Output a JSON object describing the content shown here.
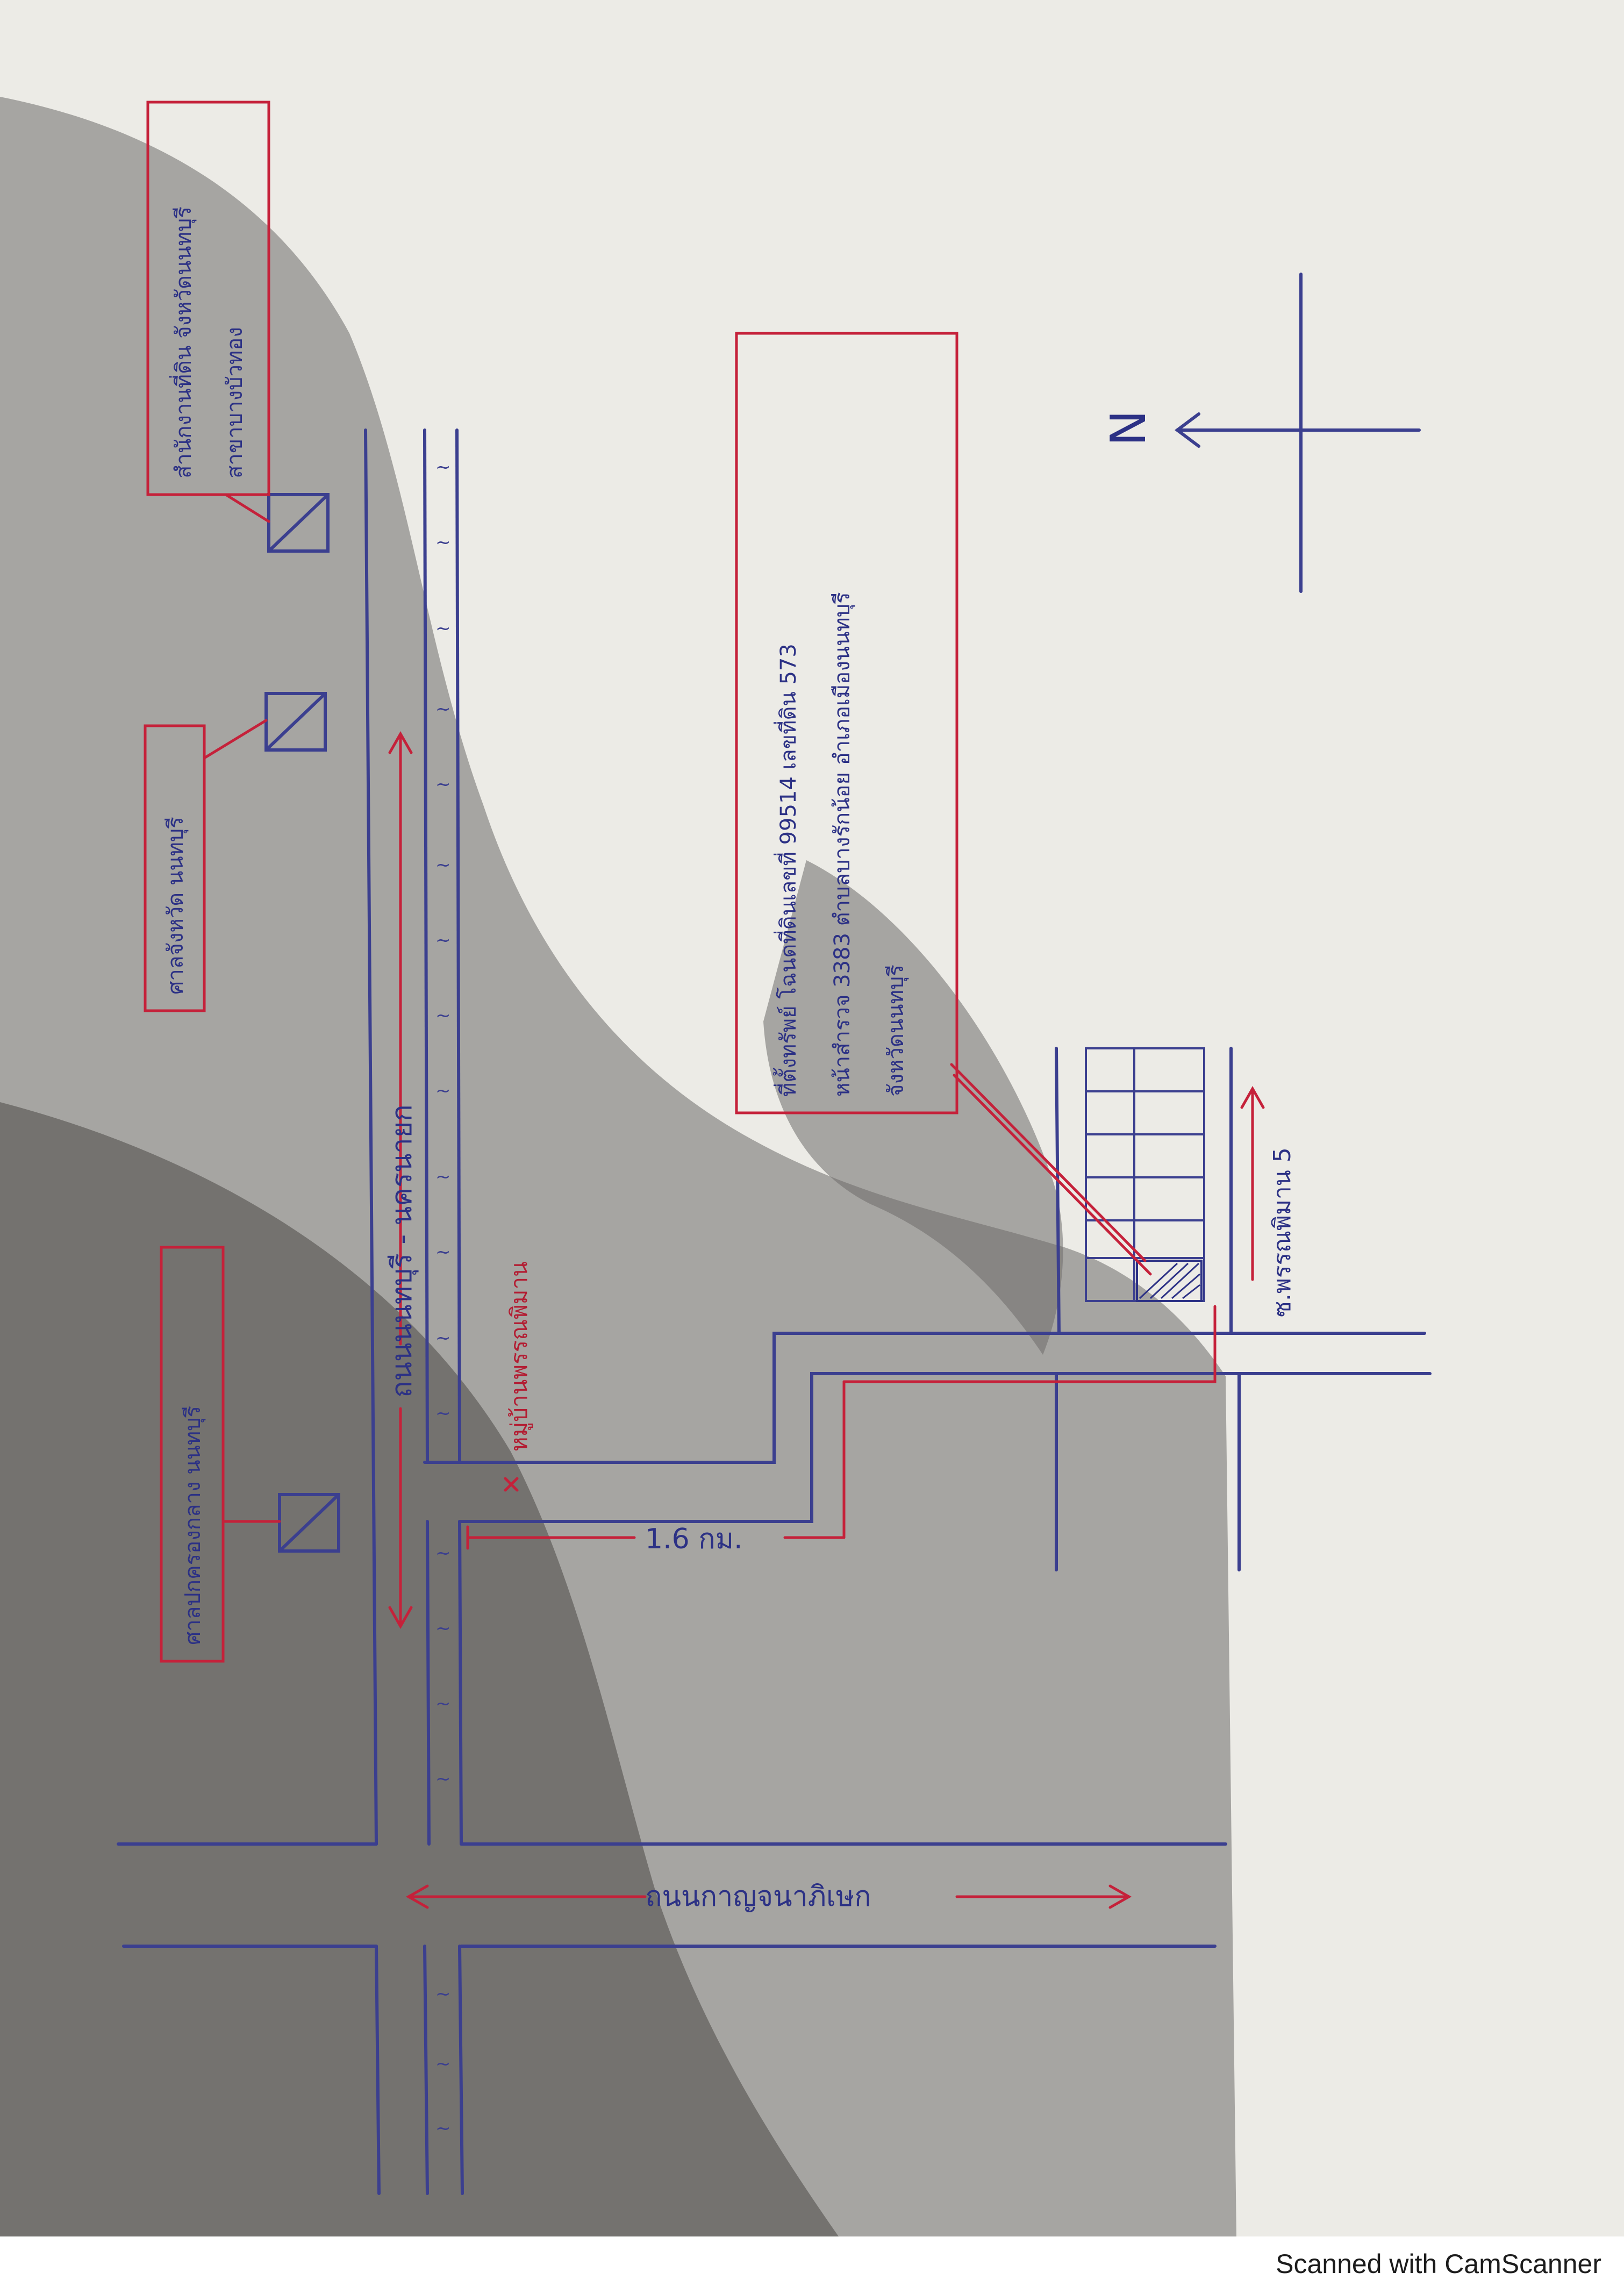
{
  "footer": {
    "watermark": "Scanned with CamScanner"
  },
  "map": {
    "north_label": "N",
    "roads": {
      "main_road": "ถนนนนทบุรี - นครนายก",
      "cross_road": "ถนนกาญจนาภิเษก",
      "village_road": "หมู่บ้านพรรณพิมาน",
      "distance": "1.6 กม."
    },
    "landmarks": {
      "admin_court": "ศาลปกครองกลาง นนทบุรี",
      "provincial_court": "ศาลจังหวัด นนทบุรี",
      "land_office_line1": "สำนักงานที่ดิน จังหวัดนนทบุรี",
      "land_office_line2": "สาขาบางบัวทอง"
    },
    "property": {
      "line1": "ที่ตั้งทรัพย์ โฉนดที่ดินเลขที่ 99514 เลขที่ดิน 573",
      "line2": "หน้าสำรวจ 3383 ตำบลบางรักน้อย อำเภอเมืองนนทบุรี",
      "line3": "จังหวัดนนทบุรี",
      "alley": "ซ.พรรณพิมาน 5"
    }
  },
  "colors": {
    "ink_blue": "#3b3f8f",
    "ink_red": "#c5213a",
    "paper": "#ecebe6"
  }
}
